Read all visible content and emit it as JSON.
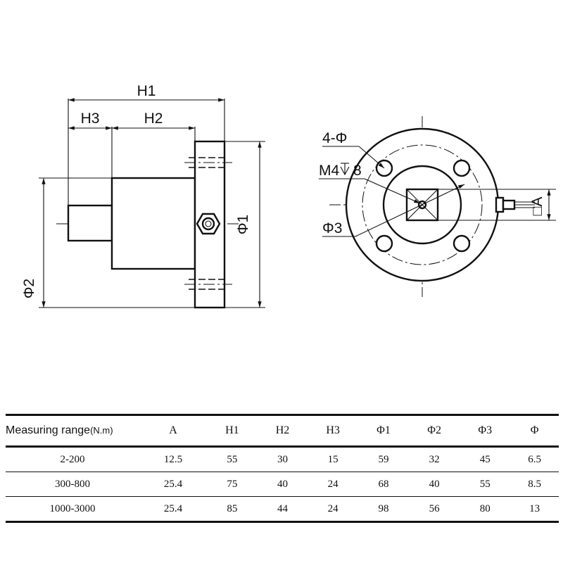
{
  "drawing": {
    "side_view": {
      "dim_h1": "H1",
      "dim_h2": "H2",
      "dim_h3": "H3",
      "dim_phi1": "Φ1",
      "dim_phi2": "Φ2"
    },
    "front_view": {
      "hole_note": "4-Φ",
      "thread_note": "M4",
      "thread_depth": "8",
      "dim_phi3": "Φ3",
      "dim_a": "□A"
    }
  },
  "table": {
    "header_first": "Measuring range",
    "header_unit": "(N.m)",
    "columns": [
      "A",
      "H1",
      "H2",
      "H3",
      "Φ1",
      "Φ2",
      "Φ3",
      "Φ"
    ],
    "rows": [
      {
        "range": "2-200",
        "values": [
          "12.5",
          "55",
          "30",
          "15",
          "59",
          "32",
          "45",
          "6.5"
        ]
      },
      {
        "range": "300-800",
        "values": [
          "25.4",
          "75",
          "40",
          "24",
          "68",
          "40",
          "55",
          "8.5"
        ]
      },
      {
        "range": "1000-3000",
        "values": [
          "25.4",
          "85",
          "44",
          "24",
          "98",
          "56",
          "80",
          "13"
        ]
      }
    ]
  }
}
